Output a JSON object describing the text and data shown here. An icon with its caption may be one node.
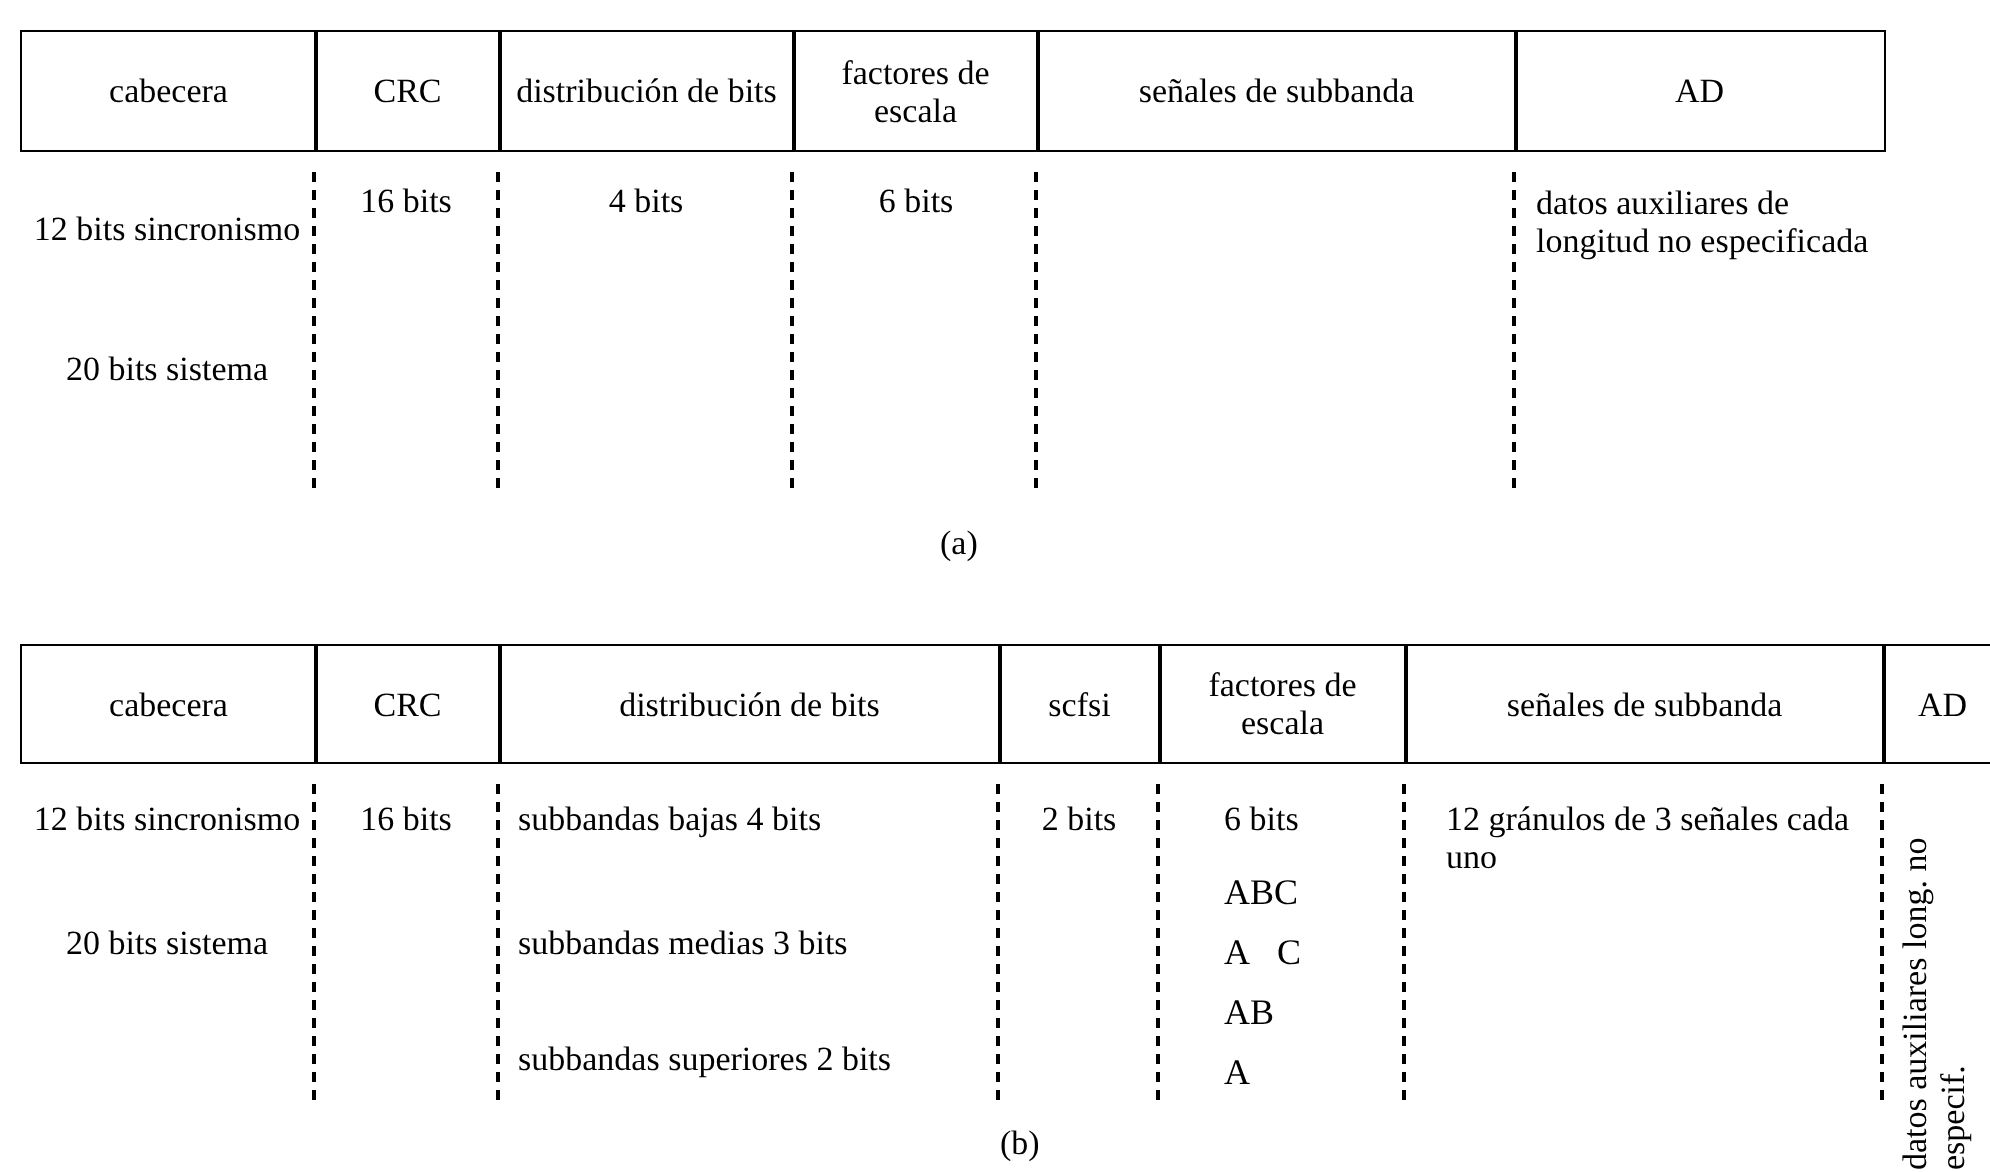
{
  "diagram": {
    "nodes": [
      {
        "text": [
          "cabecera"
        ],
        "beside": [
          "12 bits sincronismo",
          "20 bits sistema"
        ]
      },
      {
        "text": [
          "CRC"
        ],
        "beside": [
          "16 bits"
        ]
      },
      {
        "text": [
          "distribución de bits"
        ],
        "beside": [
          "4 bits"
        ]
      },
      {
        "text": [
          "factores de escala"
        ],
        "beside": [
          "6 bits"
        ]
      },
      {
        "text": [
          "señales de subbanda"
        ]
      },
      {
        "text": [
          "AD"
        ],
        "beside": [
          "datos auxiliares de longitud no especificada"
        ]
      },
      {
        "text": [
          "cabecera"
        ],
        "beside": [
          "12 bits sincronismo",
          "20 bits sistema"
        ]
      },
      {
        "text": [
          "CRC"
        ],
        "beside": [
          "16 bits"
        ]
      },
      {
        "text": [
          "distribución de bits"
        ],
        "beside": [
          "subbandas bajas 4 bits",
          "subbandas medias 3 bits",
          "subbandas superiores 2 bits"
        ]
      },
      {
        "text": [
          "scfsi"
        ],
        "beside": [
          "2 bits"
        ]
      },
      {
        "text": [
          "factores de escala"
        ],
        "beside": [
          "6 bits",
          "ABC",
          "A C",
          "AB",
          "A"
        ]
      },
      {
        "text": [
          "señales de subbanda"
        ],
        "beside": [
          "12 gránulos de 3 señales cada uno"
        ]
      },
      {
        "text": [
          "AD"
        ],
        "beside": [
          "datos auxiliares long. no especif."
        ]
      }
    ],
    "labels": [
      "(a)",
      "(b)"
    ]
  }
}
